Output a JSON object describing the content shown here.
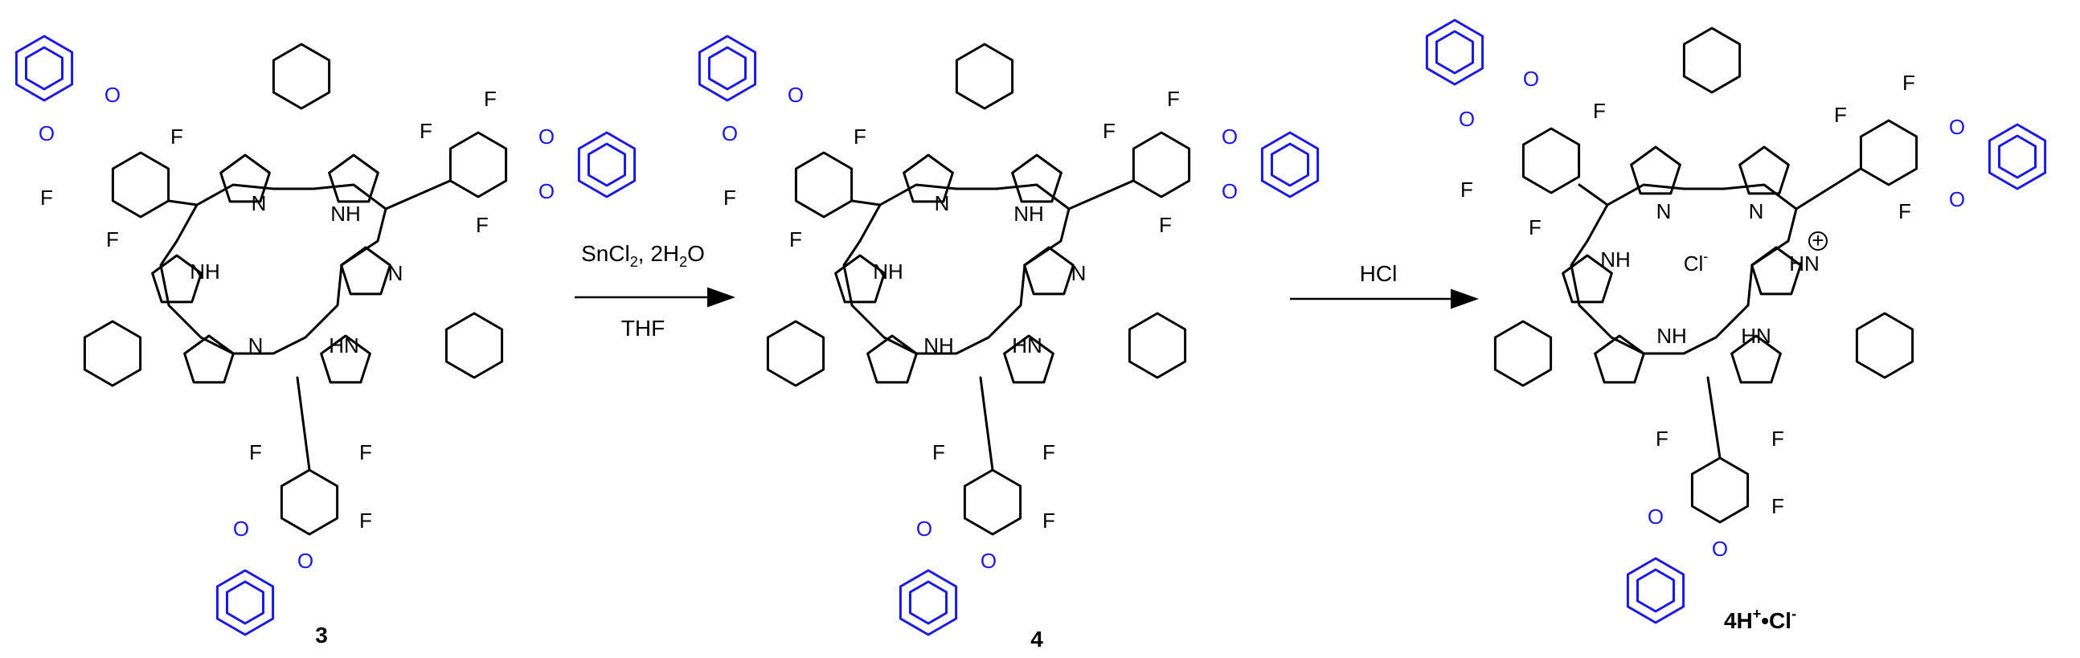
{
  "compounds": [
    {
      "id": "3",
      "label": "3",
      "fluoro": "F",
      "oxygen": "O",
      "core_n": [
        "N",
        "NH",
        "NH",
        "N",
        "N",
        "HN"
      ]
    },
    {
      "id": "4",
      "label": "4",
      "fluoro": "F",
      "oxygen": "O",
      "core_n": [
        "N",
        "NH",
        "NH",
        "N",
        "NH",
        "HN"
      ]
    },
    {
      "id": "4H+Cl-",
      "label_main": "4H",
      "label_sup1": "+",
      "label_dot": "•Cl",
      "label_sup2": "-",
      "fluoro": "F",
      "oxygen": "O",
      "core_n": [
        "N",
        "N",
        "NH",
        "HN",
        "NH",
        "HN"
      ],
      "counter_ion": "Cl",
      "counter_ion_charge": "-",
      "plus_symbol": "+"
    }
  ],
  "step1": {
    "reagent_main": "SnCl",
    "sub1": "2",
    "reagent_mid": ", 2H",
    "sub2": "2",
    "reagent_end": "O",
    "solvent": "THF"
  },
  "step2": {
    "reagent": "HCl"
  },
  "colors": {
    "skeleton": "#000000",
    "dioxin": "#1a1ae6"
  }
}
